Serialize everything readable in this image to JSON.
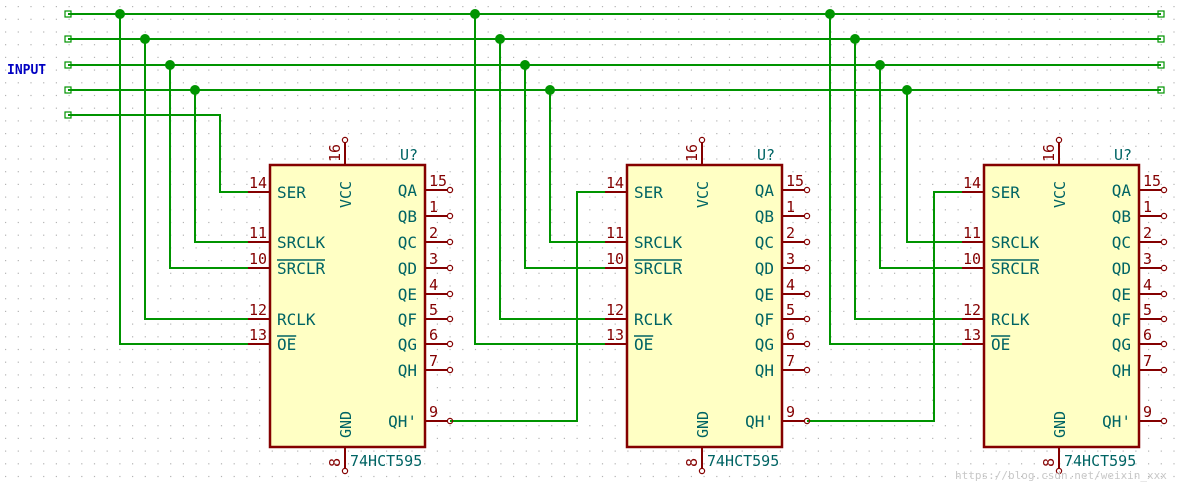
{
  "diagram": {
    "input_label": "INPUT",
    "colors": {
      "wire": "#009400",
      "chip_body": "#ffffc4",
      "chip_outline": "#840000",
      "pin_number": "#840000",
      "pin_name": "#006464",
      "net_label": "#0000c2",
      "grid_dot": "#b4b4b4",
      "watermark": "#c8c8c8"
    },
    "chips": [
      {
        "ref": "U?",
        "value": "74HCT595"
      },
      {
        "ref": "U?",
        "value": "74HCT595"
      },
      {
        "ref": "U?",
        "value": "74HCT595"
      }
    ],
    "left_pins": [
      {
        "num": "14",
        "name": "SER",
        "overline": false
      },
      {
        "num": "11",
        "name": "SRCLK",
        "overline": false
      },
      {
        "num": "10",
        "name": "SRCLR",
        "overline": true
      },
      {
        "num": "12",
        "name": "RCLK",
        "overline": false
      },
      {
        "num": "13",
        "name": "OE",
        "overline": true
      }
    ],
    "right_pins": [
      {
        "num": "15",
        "name": "QA"
      },
      {
        "num": "1",
        "name": "QB"
      },
      {
        "num": "2",
        "name": "QC"
      },
      {
        "num": "3",
        "name": "QD"
      },
      {
        "num": "4",
        "name": "QE"
      },
      {
        "num": "5",
        "name": "QF"
      },
      {
        "num": "6",
        "name": "QG"
      },
      {
        "num": "7",
        "name": "QH"
      },
      {
        "num": "9",
        "name": "QH'"
      }
    ],
    "top_pin": {
      "num": "16",
      "name": "VCC"
    },
    "bottom_pin": {
      "num": "8",
      "name": "GND"
    },
    "watermark": "https://blog.csdn.net/weixin_xxx"
  }
}
